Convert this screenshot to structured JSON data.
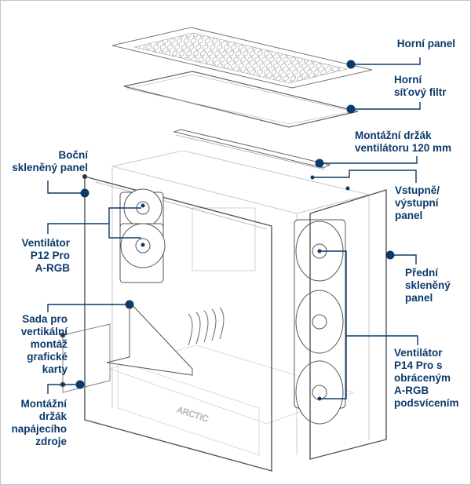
{
  "diagram": {
    "accent_color": "#0b3a6b",
    "line_color": "#5a5a5a",
    "brand_mark": "ARCTIC",
    "callouts": [
      {
        "id": "top-panel",
        "text": "Horní panel"
      },
      {
        "id": "top-mesh-filter",
        "text": "Horní\nsíťový filtr"
      },
      {
        "id": "fan-bracket",
        "text": "Montážní držák\nventilátoru 120 mm"
      },
      {
        "id": "io-panel",
        "text": "Vstupně/\nvýstupní\npanel"
      },
      {
        "id": "side-glass",
        "text": "Boční\nskleněný panel"
      },
      {
        "id": "fan-p12",
        "text": "Ventilátor\nP12 Pro\nA-RGB"
      },
      {
        "id": "front-glass",
        "text": "Přední\nskleněný\npanel"
      },
      {
        "id": "gpu-kit",
        "text": "Sada pro\nvertikální\nmontáž\ngrafické\nkarty"
      },
      {
        "id": "fan-p14",
        "text": "Ventilátor\nP14 Pro s\nobráceným\nA-RGB\npodsvícením"
      },
      {
        "id": "psu-bracket",
        "text": "Montážní\ndržák\nnapájecího\nzdroje"
      }
    ]
  }
}
